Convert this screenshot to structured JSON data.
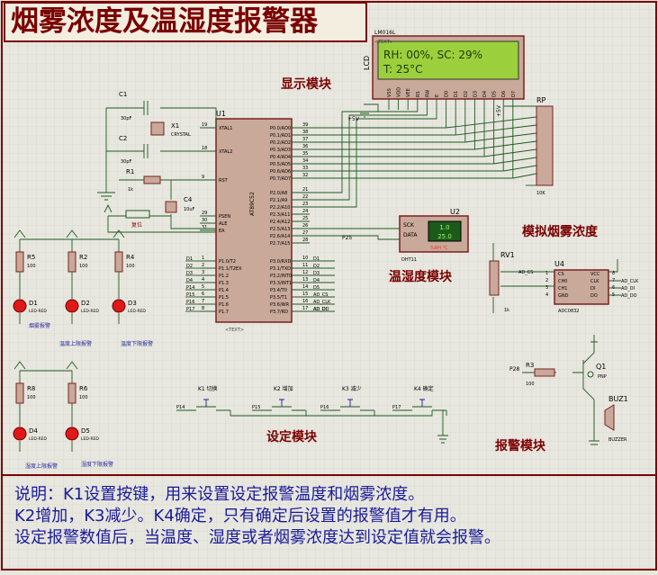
{
  "title": "烟雾浓度及温湿度报警器",
  "lcd": {
    "ref": "LCD",
    "model": "LM016L",
    "line1": "RH: 00%, SC: 29%",
    "line2": "T: 25°C",
    "pins": [
      "VSS",
      "VDD",
      "VEE",
      "RS",
      "RW",
      "E",
      "D0",
      "D1",
      "D2",
      "D3",
      "D4",
      "D5",
      "D6",
      "D7"
    ]
  },
  "sections": {
    "display": "显示模块",
    "temp_hum": "温湿度模块",
    "smoke": "模拟烟雾浓度",
    "setting": "设定模块",
    "alarm": "报警模块"
  },
  "mcu": {
    "ref": "U1",
    "model": "AT89C52",
    "left_pins": [
      {
        "num": "19",
        "name": "XTAL1"
      },
      {
        "num": "18",
        "name": "XTAL2"
      },
      {
        "num": "9",
        "name": "RST"
      },
      {
        "num": "29",
        "name": "PSEN"
      },
      {
        "num": "30",
        "name": "ALE"
      },
      {
        "num": "31",
        "name": "EA"
      },
      {
        "num": "1",
        "name": "P1.0/T2"
      },
      {
        "num": "2",
        "name": "P1.1/T2EX"
      },
      {
        "num": "3",
        "name": "P1.2"
      },
      {
        "num": "4",
        "name": "P1.3"
      },
      {
        "num": "5",
        "name": "P1.4"
      },
      {
        "num": "6",
        "name": "P1.5"
      },
      {
        "num": "7",
        "name": "P1.6"
      },
      {
        "num": "8",
        "name": "P1.7"
      }
    ],
    "right_pins": [
      {
        "num": "39",
        "name": "P0.0/AD0"
      },
      {
        "num": "38",
        "name": "P0.1/AD1"
      },
      {
        "num": "37",
        "name": "P0.2/AD2"
      },
      {
        "num": "36",
        "name": "P0.3/AD3"
      },
      {
        "num": "35",
        "name": "P0.4/AD4"
      },
      {
        "num": "34",
        "name": "P0.5/AD5"
      },
      {
        "num": "33",
        "name": "P0.6/AD6"
      },
      {
        "num": "32",
        "name": "P0.7/AD7"
      },
      {
        "num": "21",
        "name": "P2.0/A8"
      },
      {
        "num": "22",
        "name": "P2.1/A9"
      },
      {
        "num": "23",
        "name": "P2.2/A10"
      },
      {
        "num": "24",
        "name": "P2.3/A11"
      },
      {
        "num": "25",
        "name": "P2.4/A12"
      },
      {
        "num": "26",
        "name": "P2.5/A13"
      },
      {
        "num": "27",
        "name": "P2.6/A14"
      },
      {
        "num": "28",
        "name": "P2.7/A15"
      },
      {
        "num": "10",
        "name": "P3.0/RXD"
      },
      {
        "num": "11",
        "name": "P3.1/TXD"
      },
      {
        "num": "12",
        "name": "P3.2/INT0"
      },
      {
        "num": "13",
        "name": "P3.3/INT1"
      },
      {
        "num": "14",
        "name": "P3.4/T0"
      },
      {
        "num": "15",
        "name": "P3.5/T1"
      },
      {
        "num": "16",
        "name": "P3.6/WR"
      },
      {
        "num": "17",
        "name": "P3.7/RD"
      }
    ],
    "left_nets": [
      "D1",
      "D2",
      "D3",
      "D4",
      "P14",
      "P15",
      "P16",
      "P17"
    ],
    "right_nets": [
      "D1",
      "D2",
      "D3",
      "D4",
      "D5",
      "AD_CS",
      "AD_CLK",
      "AD_DI",
      "AD_DO"
    ]
  },
  "passives": {
    "c1": {
      "ref": "C1",
      "value": "30pF"
    },
    "c2": {
      "ref": "C2",
      "value": "30pF"
    },
    "x1": {
      "ref": "X1",
      "value": "CRYSTAL"
    },
    "r1": {
      "ref": "R1",
      "value": "1k"
    },
    "c4": {
      "ref": "C4",
      "value": "10uF"
    },
    "reset_label": "复位",
    "rp": {
      "ref": "RP",
      "value": "10K"
    },
    "vcc": "+5V"
  },
  "dht": {
    "ref": "U2",
    "model": "DHT11",
    "pin1": "SCK",
    "pin2": "DATA",
    "lcd1": "1.0",
    "lcd2": "25.0",
    "badge": "%RH °C",
    "net": "P25"
  },
  "adc": {
    "ref": "U4",
    "model": "ADC0832",
    "pins_left": [
      "CS",
      "CH0",
      "CH1",
      "GND"
    ],
    "pins_right": [
      "VCC",
      "CLK",
      "DI",
      "DO"
    ],
    "nets": [
      "AD_CLK",
      "AD_DI",
      "AD_DO"
    ],
    "pot_ref": "RV1",
    "pot_value": "1k",
    "cs_net": "AD_CS"
  },
  "leds": [
    {
      "ref": "D1",
      "model": "LED-RED",
      "label": "烟雾报警"
    },
    {
      "ref": "D2",
      "model": "LED-RED",
      "label": "温度上限报警"
    },
    {
      "ref": "D3",
      "model": "LED-RED",
      "label": "温度下限报警"
    },
    {
      "ref": "D4",
      "model": "LED-RED",
      "label": "湿度上限报警"
    },
    {
      "ref": "D5",
      "model": "LED-RED",
      "label": "湿度下限报警"
    }
  ],
  "led_resistors": [
    {
      "ref": "R5",
      "value": "100"
    },
    {
      "ref": "R2",
      "value": "100"
    },
    {
      "ref": "R4",
      "value": "100"
    },
    {
      "ref": "R8",
      "value": "100"
    },
    {
      "ref": "R6",
      "value": "100"
    }
  ],
  "keys": [
    {
      "ref": "K1",
      "label": "切换",
      "net": "P14"
    },
    {
      "ref": "K2",
      "label": "增加",
      "net": "P15"
    },
    {
      "ref": "K3",
      "label": "减少",
      "net": "P16"
    },
    {
      "ref": "K4",
      "label": "确定",
      "net": "P17"
    }
  ],
  "buzzer": {
    "r3": {
      "ref": "R3",
      "value": "100"
    },
    "q1": {
      "ref": "Q1",
      "model": "PNP"
    },
    "buz": {
      "ref": "BUZ1",
      "model": "BUZZER"
    },
    "net": "P28"
  },
  "text_placeholder": "<TEXT>",
  "notes": [
    "说明：K1设置按键，用来设置设定报警温度和烟雾浓度。",
    "K2增加，K3减少。K4确定，只有确定后设置的报警值才有用。",
    "设定报警数值后，当温度、湿度或者烟雾浓度达到设定值就会报警。"
  ],
  "colors": {
    "wire": "#1f5a1f",
    "body_fill": "#c9a999",
    "body_stroke": "#7a2020",
    "lcd_bg": "#9ccf3c",
    "lcd_text": "#1a3a0a",
    "section_label": "#7a0000",
    "note_text": "#1a1a9a",
    "led_red": "#e01818"
  }
}
